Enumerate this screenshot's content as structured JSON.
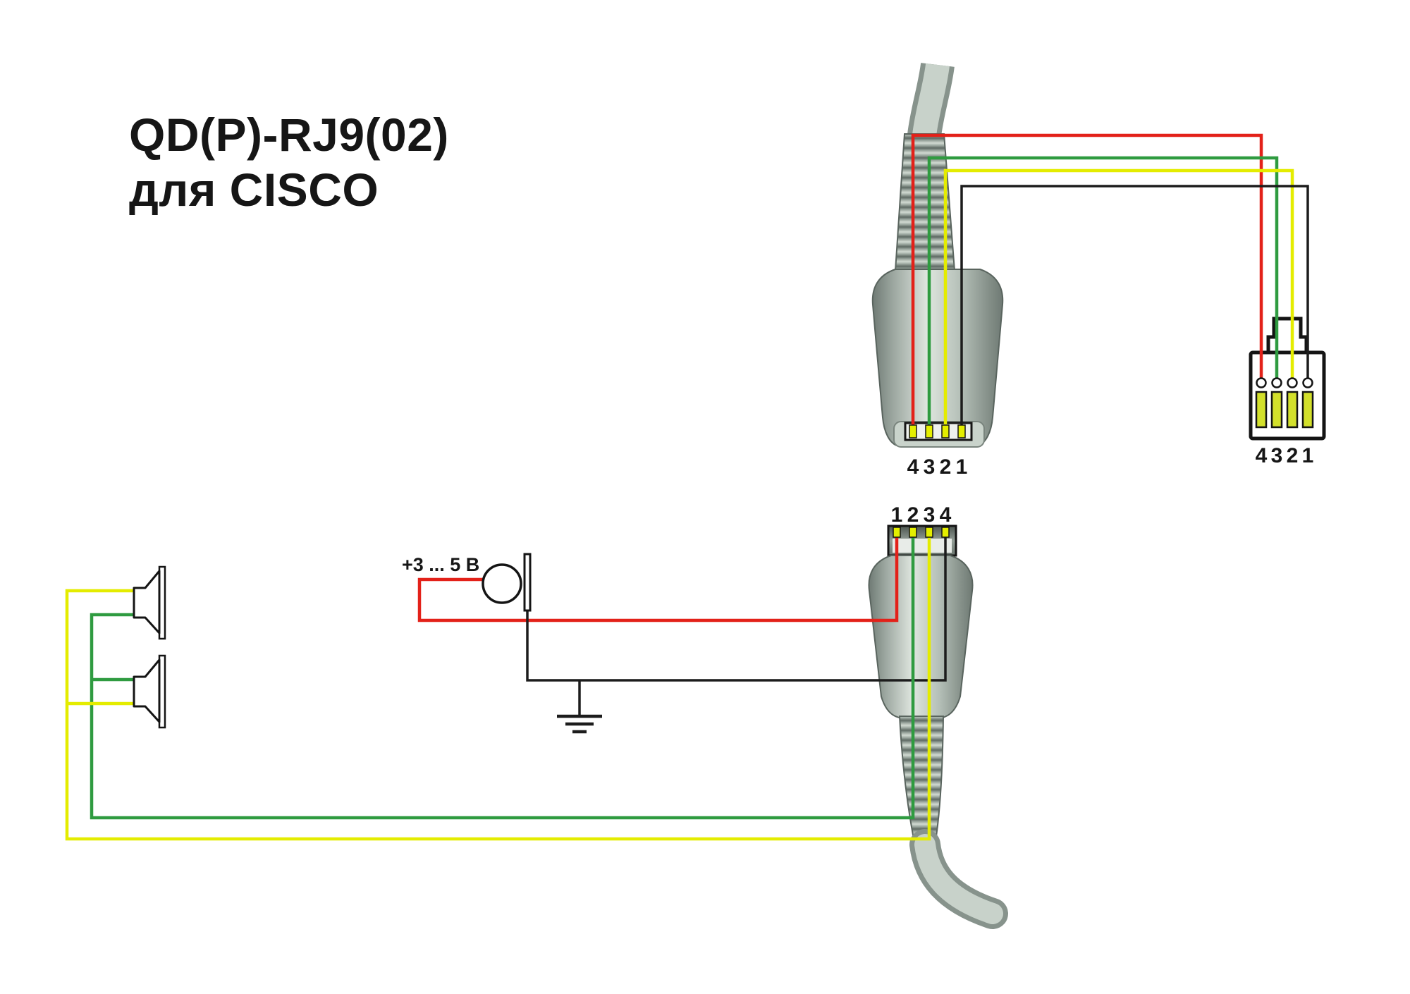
{
  "title": {
    "line1": "QD(P)-RJ9(02)",
    "line2": "для CISCO"
  },
  "connectors": {
    "qd_top": {
      "pin_labels": [
        "4",
        "3",
        "2",
        "1"
      ]
    },
    "qd_mate": {
      "pin_labels": [
        "1",
        "2",
        "3",
        "4"
      ]
    },
    "rj9": {
      "pin_labels": [
        "4",
        "3",
        "2",
        "1"
      ]
    }
  },
  "mic": {
    "voltage_label": "+3 ... 5 В"
  },
  "colors": {
    "wire_red": "#e32119",
    "wire_green": "#2f9b40",
    "wire_yellow": "#e4ec00",
    "wire_black": "#1c1c1c",
    "contact_yellow": "#e4ee00",
    "rj9_pin_yellow": "#d3e02b"
  }
}
